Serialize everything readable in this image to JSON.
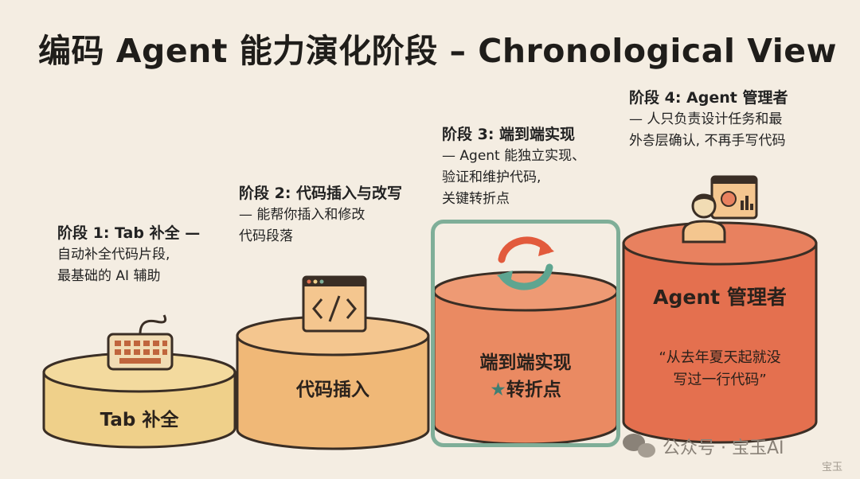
{
  "title": "编码 Agent 能力演化阶段 – Chronological View",
  "stages": [
    {
      "caption_head": "阶段 1: Tab 补全 —",
      "caption_lines": [
        "自动补全代码片段,",
        "最基础的 AI 辅助"
      ],
      "label": "Tab 补全",
      "color": "#efd08a",
      "icon": "keyboard-icon"
    },
    {
      "caption_head": "阶段 2: 代码插入与改写",
      "caption_lines": [
        "— 能帮你插入和修改",
        "代码段落"
      ],
      "label": "代码插入",
      "color": "#f0b877",
      "icon": "code-window-icon"
    },
    {
      "caption_head": "阶段 3: 端到端实现",
      "caption_lines": [
        "— Agent 能独立实现、",
        "验证和维护代码,",
        "关键转折点"
      ],
      "label": "端到端实现",
      "label_line2": "转折点",
      "star": "★",
      "color": "#ea8a62",
      "icon": "refresh-cycle-icon"
    },
    {
      "caption_head": "阶段 4: Agent 管理者",
      "caption_lines": [
        "— 人只负责设计任务和最",
        "外층层确认, 不再手写代码"
      ],
      "label": "Agent 管理者",
      "quote_lines": [
        "“从去年夏天起就没",
        "写过一行代码”"
      ],
      "color": "#e4704f",
      "icon": "manager-avatar-icon"
    }
  ],
  "watermark": {
    "text": "公众号 · 宝玉AI",
    "sub": "宝玉",
    "icon": "wechat-icon"
  },
  "colors": {
    "background": "#f4ede2",
    "highlight": "#7fae98",
    "star": "#3f7f73"
  }
}
